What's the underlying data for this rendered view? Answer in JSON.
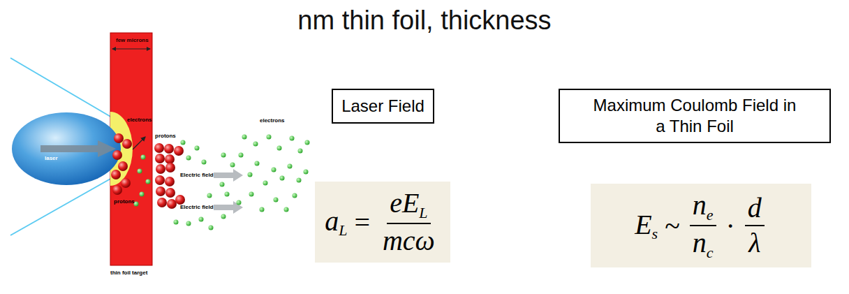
{
  "diagram": {
    "title": "nm thin foil, thickness",
    "nodes": [
      {
        "text": [
          "Laser Field"
        ]
      },
      {
        "text": [
          "Maximum Coulomb Field in a Thin Foil"
        ]
      },
      {
        "text": [
          "a",
          "L",
          "=",
          "eE",
          "L",
          "mcω"
        ]
      },
      {
        "text": [
          "E",
          "s",
          "~",
          "n",
          "e",
          "n",
          "c",
          "·",
          "d",
          "λ"
        ]
      }
    ],
    "labels": [
      "few microns",
      "electrons",
      "laser",
      "protons",
      "electrons",
      "Electric field",
      "Electric field",
      "protons",
      "thin foil target"
    ]
  }
}
